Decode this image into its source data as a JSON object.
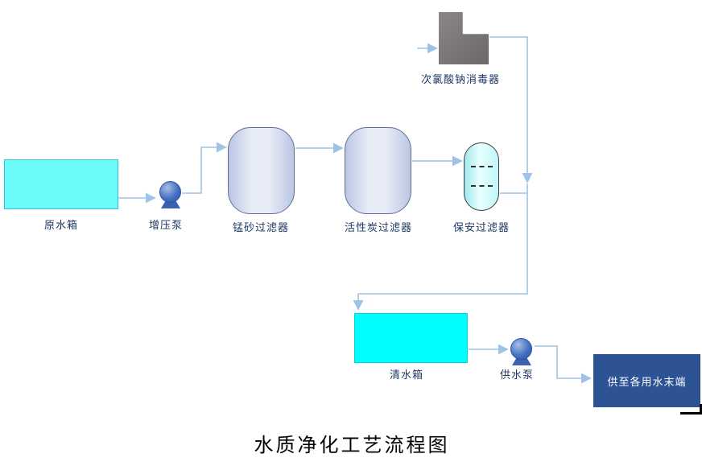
{
  "diagram": {
    "title": "水质净化工艺流程图",
    "nodes": {
      "raw_tank": "原水箱",
      "booster_pump": "增压泵",
      "manganese_filter": "锰砂过滤器",
      "carbon_filter": "活性炭过滤器",
      "security_filter": "保安过滤器",
      "disinfector": "次氯酸钠消毒器",
      "clean_tank": "清水箱",
      "supply_pump": "供水泵",
      "supply_end": "供至各用水末端"
    },
    "colors": {
      "connector_line": "#9DC3E6",
      "label_text": "#1F3864",
      "raw_tank_fill": "#6CFBFB",
      "clean_tank_fill": "#00FEFE",
      "filter_vessel_fill": "#D9DFEF",
      "security_filter_fill": "#CFF8FA",
      "disinfector_fill": "#757075",
      "pump_fill": "#4472C4",
      "end_box_fill": "#2E5395",
      "title_text": "#000000"
    }
  }
}
